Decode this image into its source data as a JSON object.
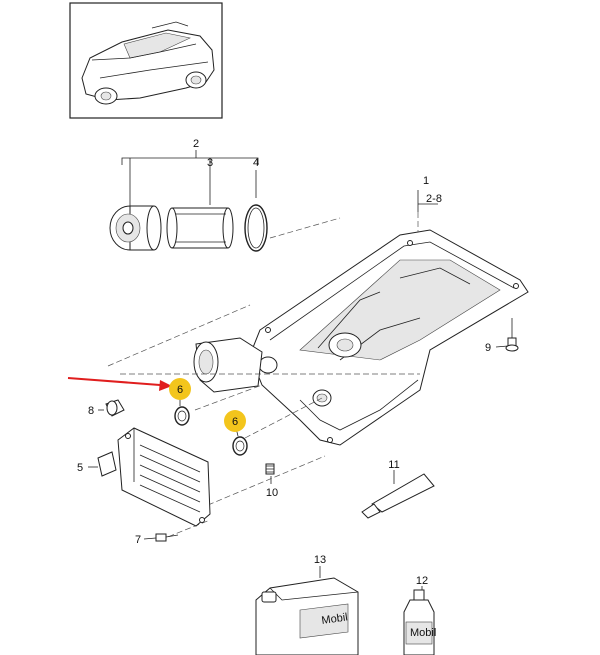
{
  "labels": {
    "l1": "1",
    "l2": "2",
    "l2_8": "2-8",
    "l3": "3",
    "l4": "4",
    "l5": "5",
    "l6a": "6",
    "l6b": "6",
    "l7": "7",
    "l8": "8",
    "l9": "9",
    "l10": "10",
    "l11": "11",
    "l12": "12",
    "l13": "13"
  },
  "brand": {
    "canister": "Mobil",
    "bottle": "Mobil"
  },
  "colors": {
    "highlight": "#f3c51c",
    "arrow": "#e01e1e",
    "line": "#222222"
  }
}
